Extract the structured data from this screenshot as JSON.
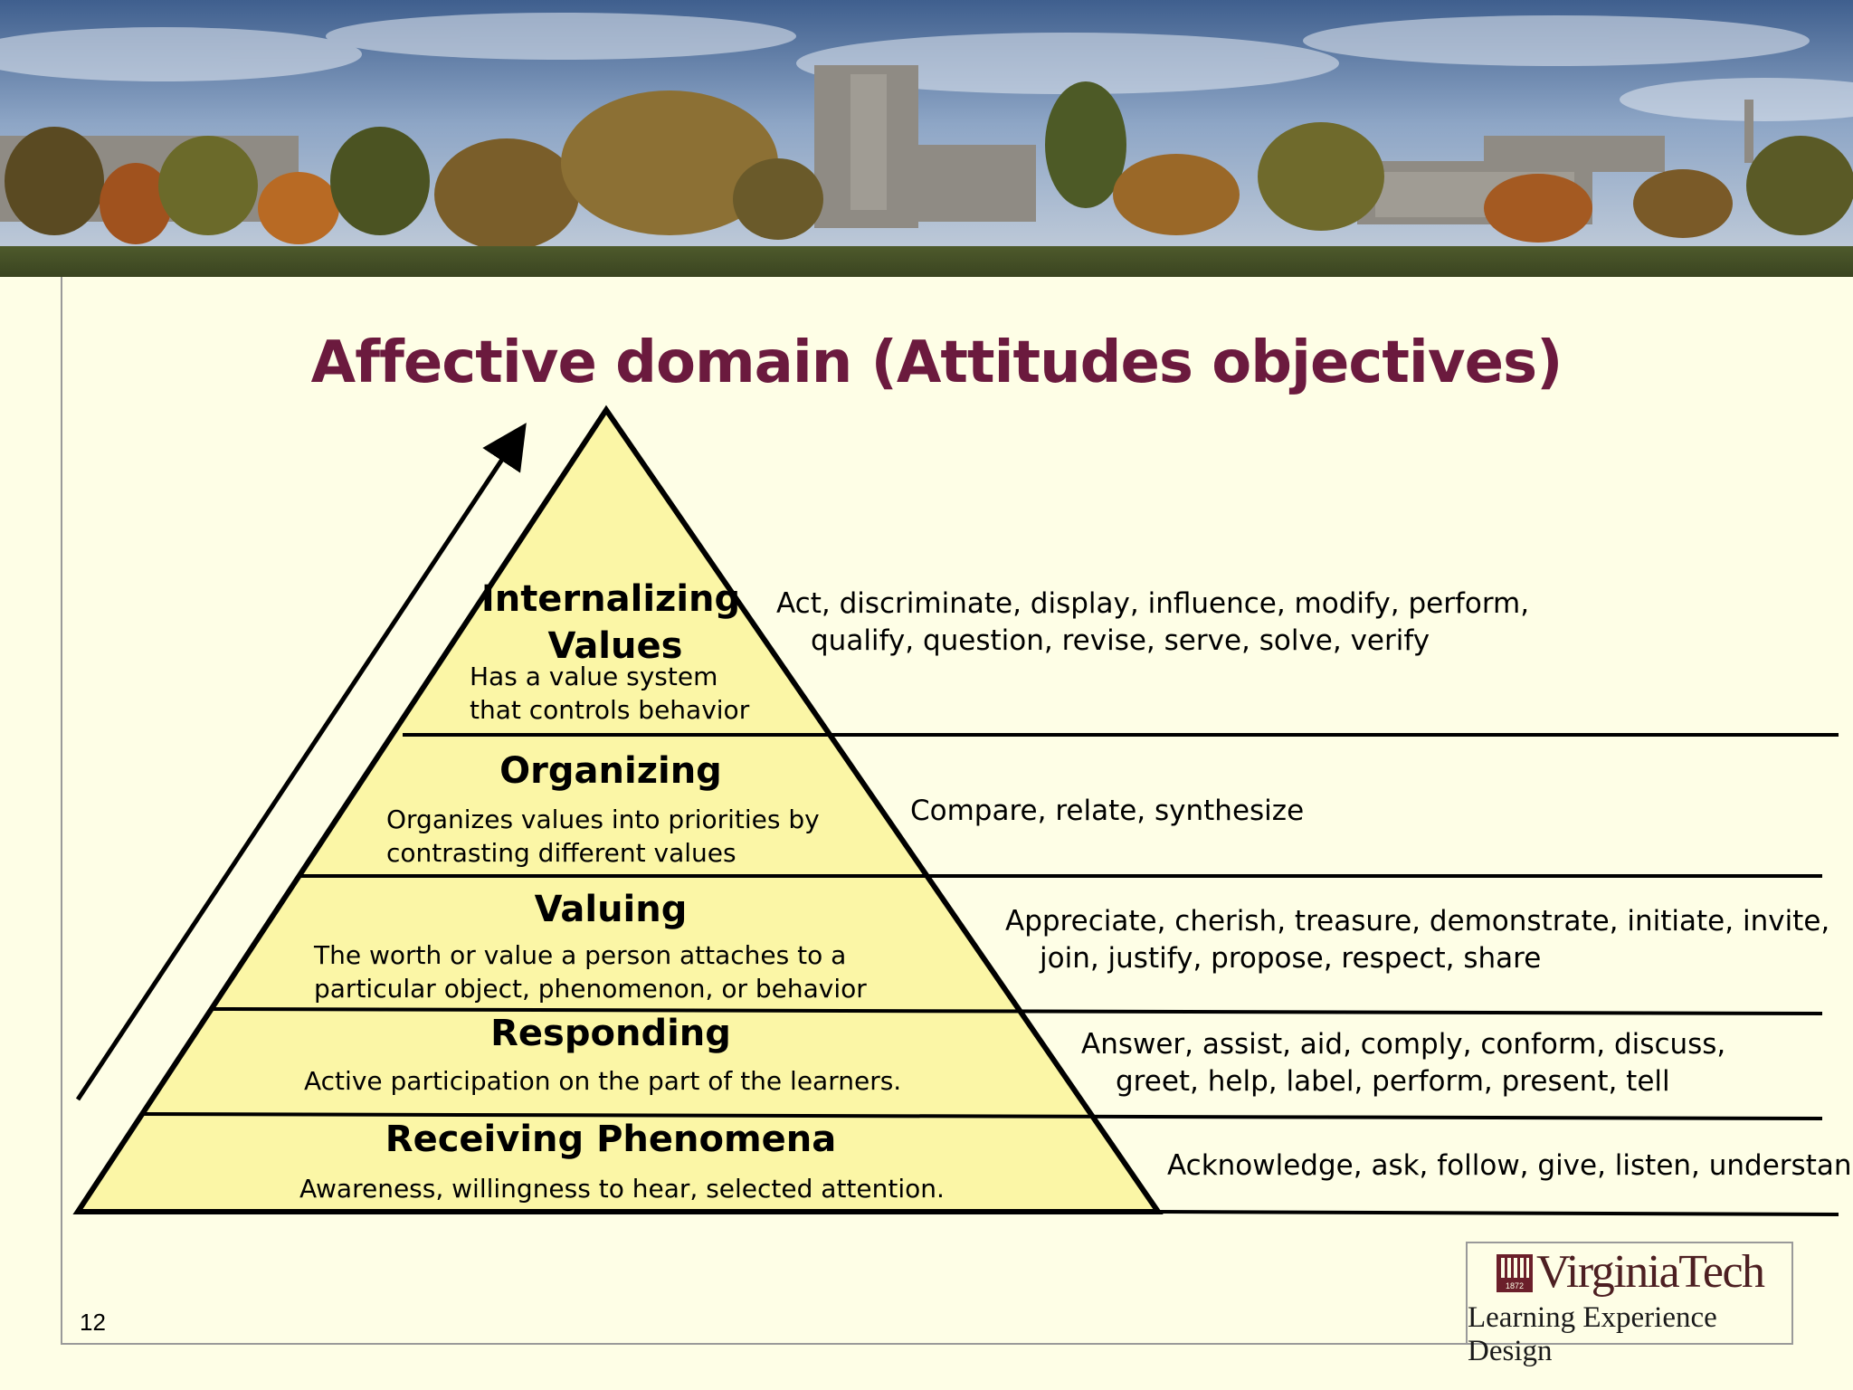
{
  "title": "Affective domain (Attitudes objectives)",
  "slide_number": "12",
  "levels": [
    {
      "title_lines": [
        "Internalizing",
        "Values"
      ],
      "description_lines": [
        "Has a value system",
        "that controls behavior"
      ],
      "verb_lines": [
        "Act, discriminate, display, influence, modify, perform,",
        "qualify, question, revise, serve, solve, verify"
      ]
    },
    {
      "title_lines": [
        "Organizing"
      ],
      "description_lines": [
        "Organizes values into priorities by",
        "contrasting different values"
      ],
      "verb_lines": [
        "Compare, relate, synthesize"
      ]
    },
    {
      "title_lines": [
        "Valuing"
      ],
      "description_lines": [
        "The worth or value a person attaches to a",
        "particular object, phenomenon, or behavior"
      ],
      "verb_lines": [
        "Appreciate, cherish, treasure, demonstrate, initiate, invite,",
        "join, justify, propose, respect, share"
      ]
    },
    {
      "title_lines": [
        "Responding"
      ],
      "description_lines": [
        "Active participation on the part of the learners."
      ],
      "verb_lines": [
        "Answer, assist, aid, comply, conform, discuss,",
        "greet, help, label, perform, present, tell"
      ]
    },
    {
      "title_lines": [
        "Receiving Phenomena"
      ],
      "description_lines": [
        "Awareness, willingness to hear, selected attention."
      ],
      "verb_lines": [
        "Acknowledge, ask, follow, give, listen, understand"
      ]
    }
  ],
  "logo": {
    "wordmark": "VirginiaTech",
    "subtitle": "Learning Experience Design",
    "seal_text": "1872"
  },
  "colors": {
    "title": "#6b1a3e",
    "pyramid_fill": "#fbf6a6",
    "background": "#fefee6",
    "logo": "#6b1f2a"
  }
}
